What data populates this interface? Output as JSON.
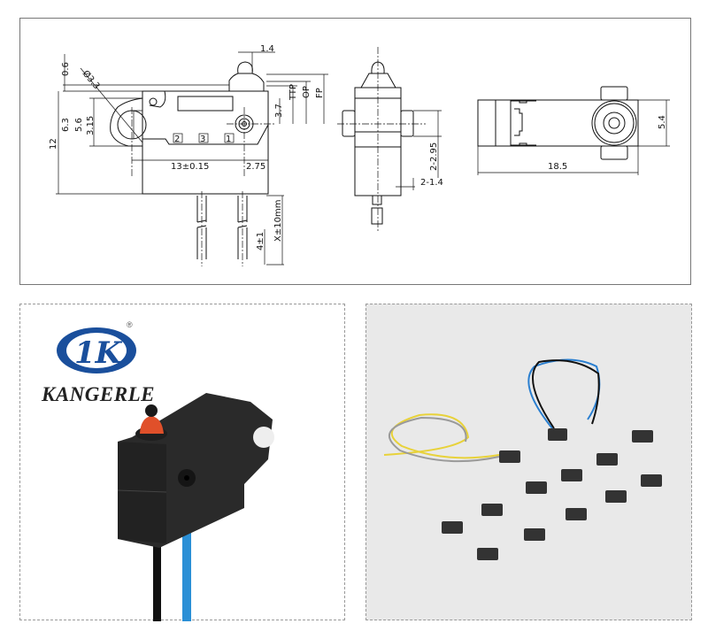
{
  "drawing": {
    "front_view": {
      "dims": {
        "plunger_width": "1.4",
        "top_offset": "0.6",
        "hole_diameter": "Ø3.3",
        "height_6_3": "6.3",
        "height_5_6": "5.6",
        "height_3_15": "3.15",
        "total_height": "12",
        "hole_pitch": "13±0.15",
        "edge_offset": "2.75",
        "hole_to_top": "3.7",
        "ttp": "TTP",
        "op": "OP",
        "fp": "FP",
        "lead_length": "X±10mm",
        "strip_length": "4±1"
      },
      "terminals": [
        "2",
        "3",
        "1"
      ]
    },
    "side_view": {
      "dims": {
        "boss_dia": "2-2.95",
        "boss_len": "2-1.4"
      }
    },
    "top_view": {
      "dims": {
        "length": "18.5",
        "width": "5.4"
      }
    }
  },
  "product_photo": {
    "logo": {
      "brand": "KANGERLE",
      "mark": "®",
      "color": "#1a4f9c"
    },
    "switch_colors": {
      "body": "#222222",
      "actuator": "#e0502a",
      "wire_blue": "#2a8fd6",
      "wire_black": "#111111"
    }
  },
  "variants_photo": {
    "wire_colors": [
      "#e8d23a",
      "#9a9a9a",
      "#2a7fd0",
      "#111111"
    ]
  }
}
